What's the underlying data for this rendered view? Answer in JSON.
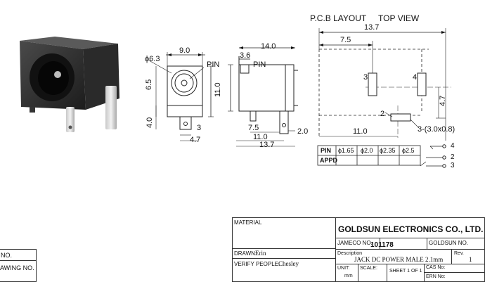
{
  "pcb_header": {
    "title": "P.C.B LAYOUT",
    "view": "TOP VIEW"
  },
  "dims": {
    "d_phi": "ϕ6.3",
    "d_9": "9.0",
    "d_pin_front": "PIN",
    "d_65": "6.5",
    "d_11_front": "11.0",
    "d_40": "4.0",
    "d_3_front": "3",
    "d_47_front": "4.7",
    "d_36": "3.6",
    "d_140": "14.0",
    "d_pin_side": "PIN",
    "d_75_side": "7.5",
    "d_20": "2.0",
    "d_110_side": "11.0",
    "d_137_side": "13.7",
    "d_137_top": "13.7",
    "d_75_top": "7.5",
    "d_3_pad": "3",
    "d_4_pad": "4",
    "d_47_pcb": "4.7",
    "d_2_pad": "2",
    "d_slot": "3-(3.0x0.8)",
    "d_110_pcb": "11.0"
  },
  "pin_table": {
    "row1": [
      "PIN",
      "ϕ1.65",
      "ϕ2.0",
      "ϕ2.35",
      "ϕ2.5"
    ],
    "row2_label": "APPD"
  },
  "schematic": {
    "p4": "4",
    "p2": "2",
    "p3": "3"
  },
  "left_block": {
    "no": "NO.",
    "drawing_no": "AWING NO."
  },
  "title_block": {
    "material_label": "MATERIAL",
    "company": "GOLDSUN ELECTRONICS CO., LTD.",
    "jameco_label": "JAMECO NO.",
    "jameco_no": "101178",
    "goldsun_label": "GOLDSUN NO.",
    "drawn_label": "DRAWN:",
    "drawn_by": "Erin",
    "verify_label": "VERIFY PEOPLE:",
    "verify_by": "Chesley",
    "description_label": "Description",
    "description": "JACK DC POWER MALE 2.1mm",
    "rev_label": "Rev.",
    "rev": "1",
    "unit_label": "UNIT:",
    "unit": "mm",
    "scale_label": "SCALE:",
    "sheet": "SHEET 1 OF 1",
    "cas_label": "CAS No:",
    "ern_label": "ERN No:"
  }
}
